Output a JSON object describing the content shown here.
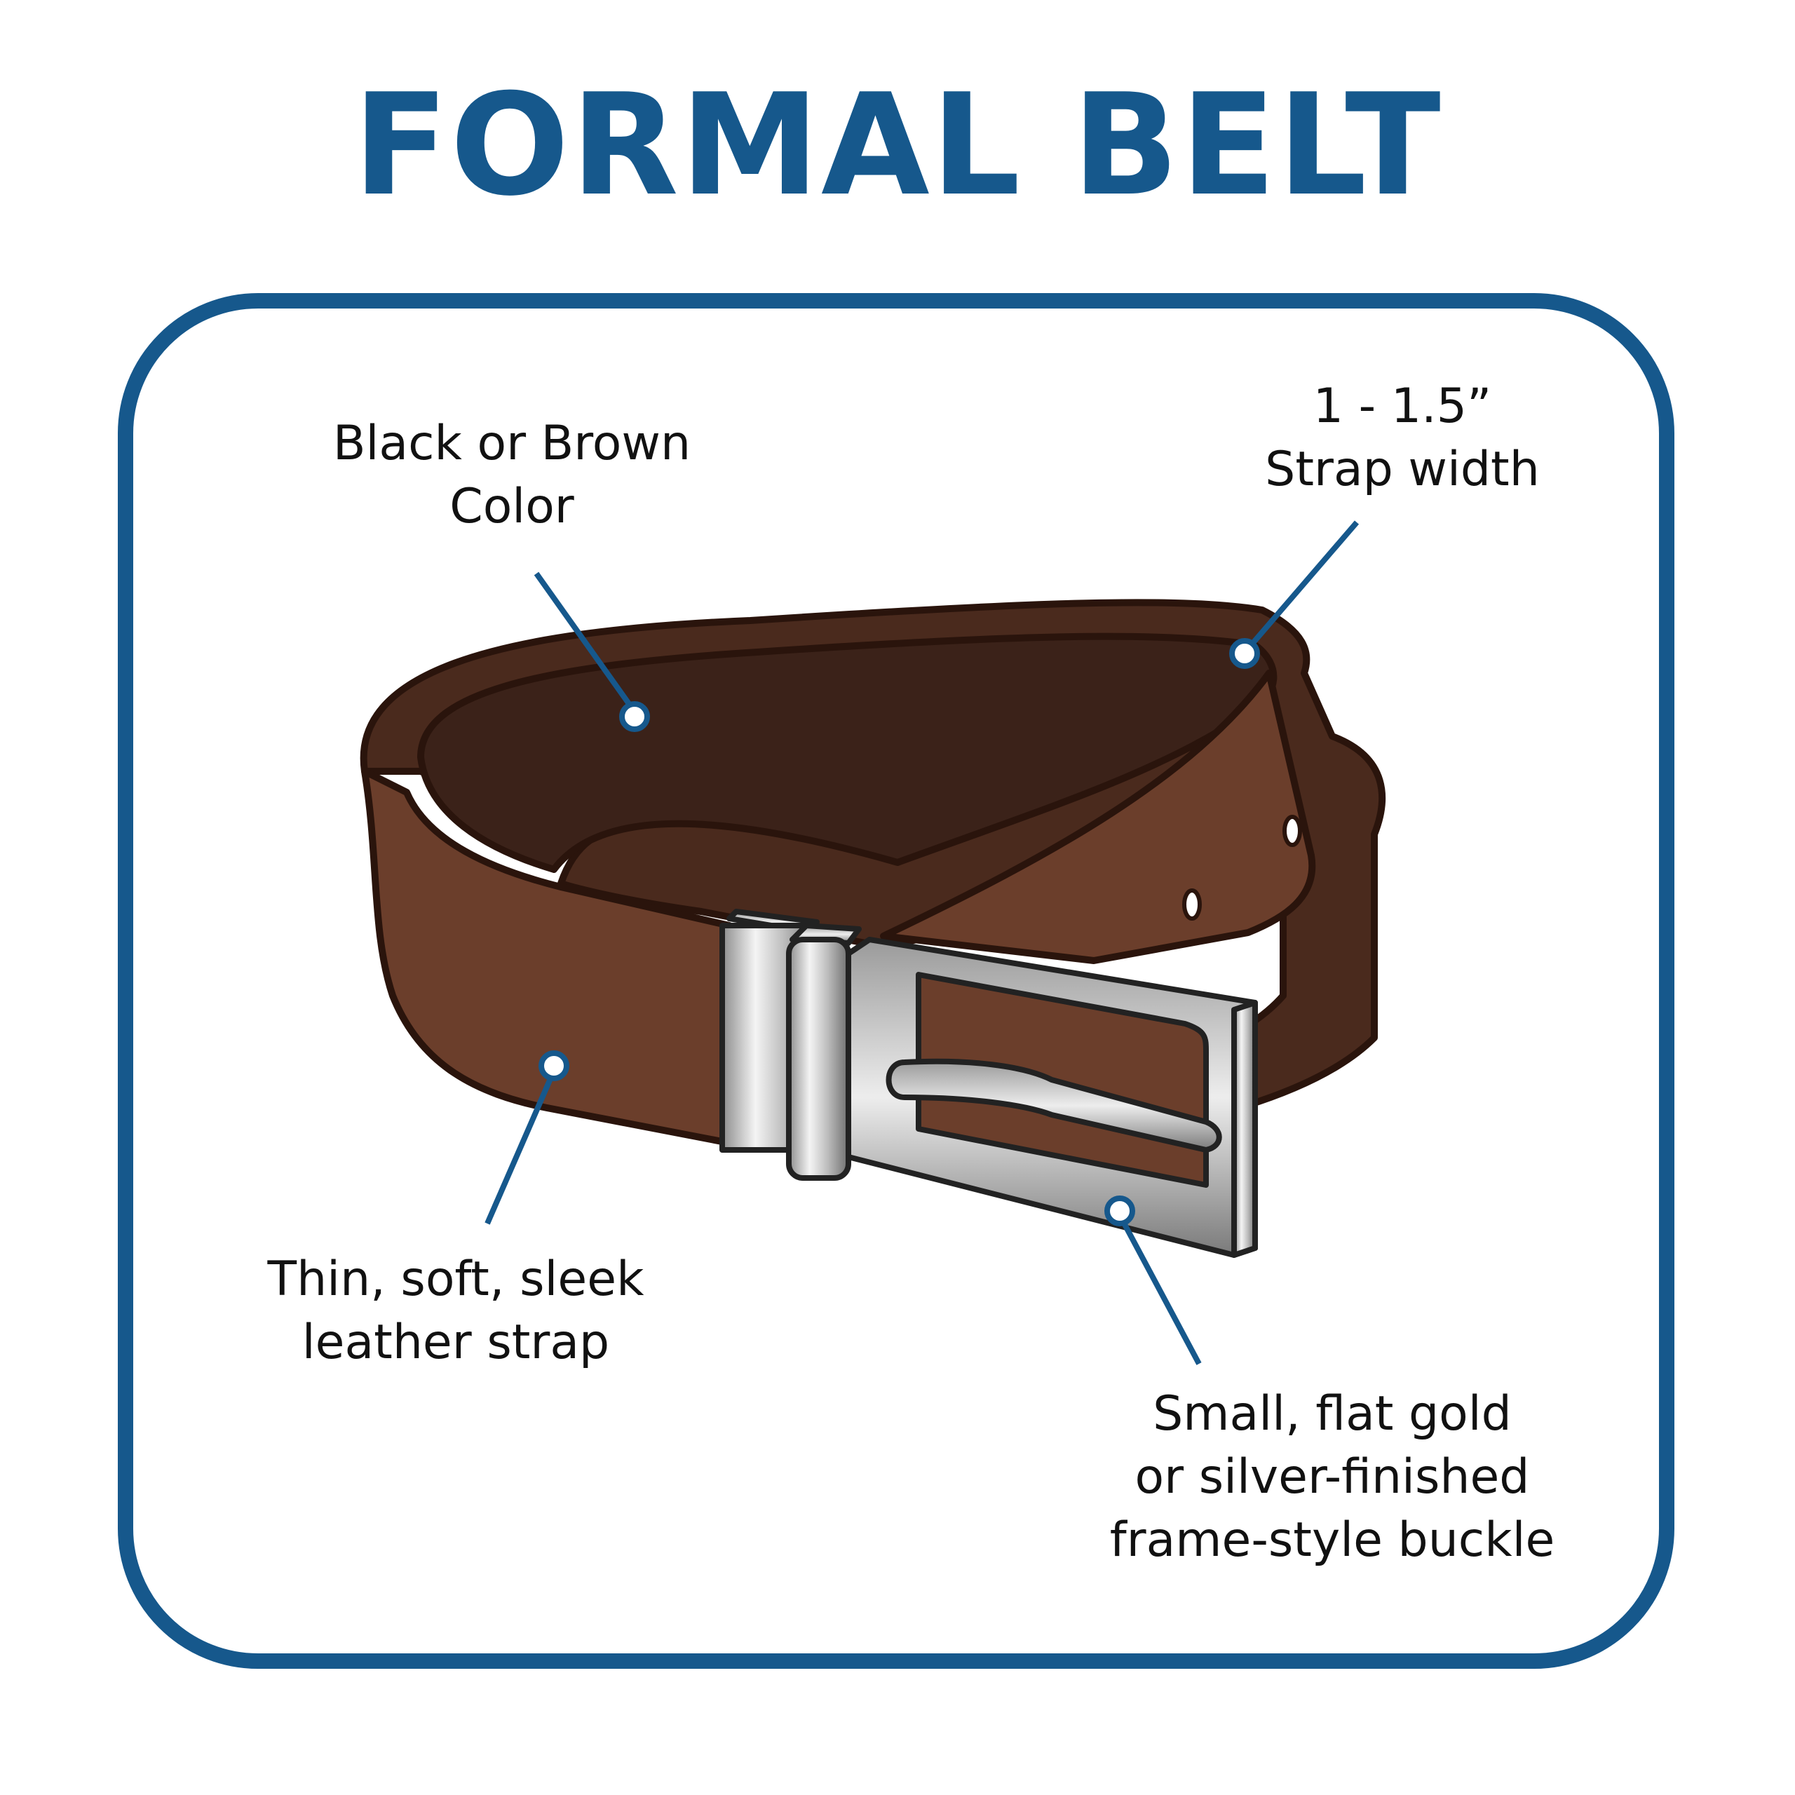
{
  "title": "FORMAL BELT",
  "colors": {
    "accent": "#16588c",
    "leather_light": "#6b3e2b",
    "leather_dark": "#3d2419",
    "outline": "#2a140c",
    "metal": "#b5b5b5"
  },
  "callouts": {
    "color": {
      "line1": "Black or Brown",
      "line2": "Color"
    },
    "strap_width": {
      "line1": "1 - 1.5”",
      "line2": "Strap width"
    },
    "strap": {
      "line1": "Thin, soft, sleek",
      "line2": "leather strap"
    },
    "buckle": {
      "line1": "Small, flat gold",
      "line2": "or silver-finished",
      "line3": "frame-style buckle"
    }
  }
}
